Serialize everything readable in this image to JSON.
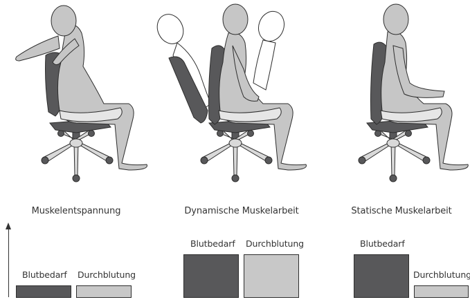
{
  "colors": {
    "blood_demand": "#58585a",
    "blood_flow": "#c8c8c8",
    "body_fill": "#c6c6c6",
    "chair_dark": "#58585a",
    "line": "#2d2d2d"
  },
  "scenarios": [
    {
      "caption": "Muskelentspannung",
      "blood_demand_label": "Blutbedarf",
      "blood_flow_label": "Durchblutung"
    },
    {
      "caption": "Dynamische Muskelarbeit",
      "blood_demand_label": "Blutbedarf",
      "blood_flow_label": "Durchblutung"
    },
    {
      "caption": "Statische Muskelarbeit",
      "blood_demand_label": "Blutbedarf",
      "blood_flow_label": "Durchblutung"
    }
  ],
  "icons": [
    "reclined-sitter-icon",
    "dynamic-sitter-icon",
    "upright-sitter-icon",
    "office-chair-icon"
  ]
}
